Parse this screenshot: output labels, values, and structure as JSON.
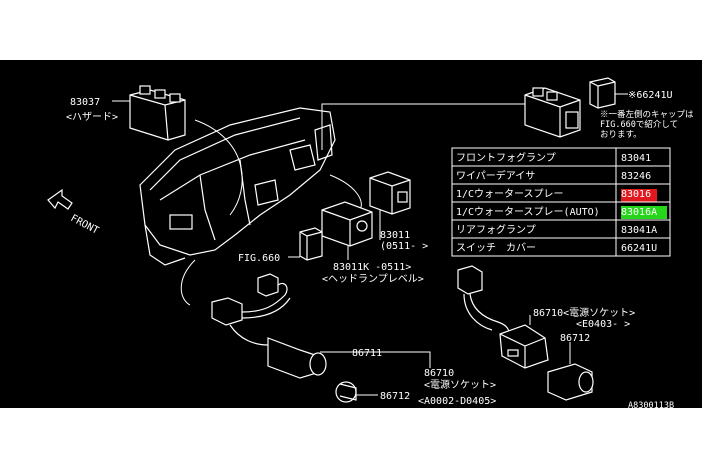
{
  "labels": {
    "hazard_part": "83037",
    "hazard_name": "<ハザード>",
    "cap_part": "※66241U",
    "cap_note_line1": "※一番左側のキャップは",
    "cap_note_line2": "FIG.660で紹介して",
    "cap_note_line3": "おります。",
    "front": "FRONT",
    "fig660": "FIG.660",
    "p83011_a": "83011",
    "p83011_a_range": "(0511-   >",
    "p83011_b": "83011K  -0511>",
    "p83011_name": "<ヘッドランプレベル>",
    "p86711": "86711",
    "p86710_left": "86710",
    "p86710_left_name": "<電源ソケット>",
    "p86712_left": "86712",
    "p86712_left_range": "<A0002-D0405>",
    "p86710_right": "86710<電源ソケット>",
    "p86710_right_range": "<E0403-    >",
    "p86712_right": "86712",
    "corner_code": "A8300113B"
  },
  "table": {
    "rows": [
      {
        "name": "フロントフォグランプ",
        "code": "83041",
        "highlight": ""
      },
      {
        "name": "ワイパーデアイサ",
        "code": "83246",
        "highlight": ""
      },
      {
        "name": "1/Cウォータースプレー",
        "code": "83016",
        "highlight": "red"
      },
      {
        "name": "1/Cウォータースプレー(AUTO)",
        "code": "83016A",
        "highlight": "green"
      },
      {
        "name": "リアフォグランプ",
        "code": "83041A",
        "highlight": ""
      },
      {
        "name": "スイッチ　カバー",
        "code": "66241U",
        "highlight": ""
      }
    ]
  },
  "colors": {
    "background": "#000000",
    "line": "#ffffff",
    "highlight_red": "#e0191e",
    "highlight_green": "#26d61a"
  }
}
